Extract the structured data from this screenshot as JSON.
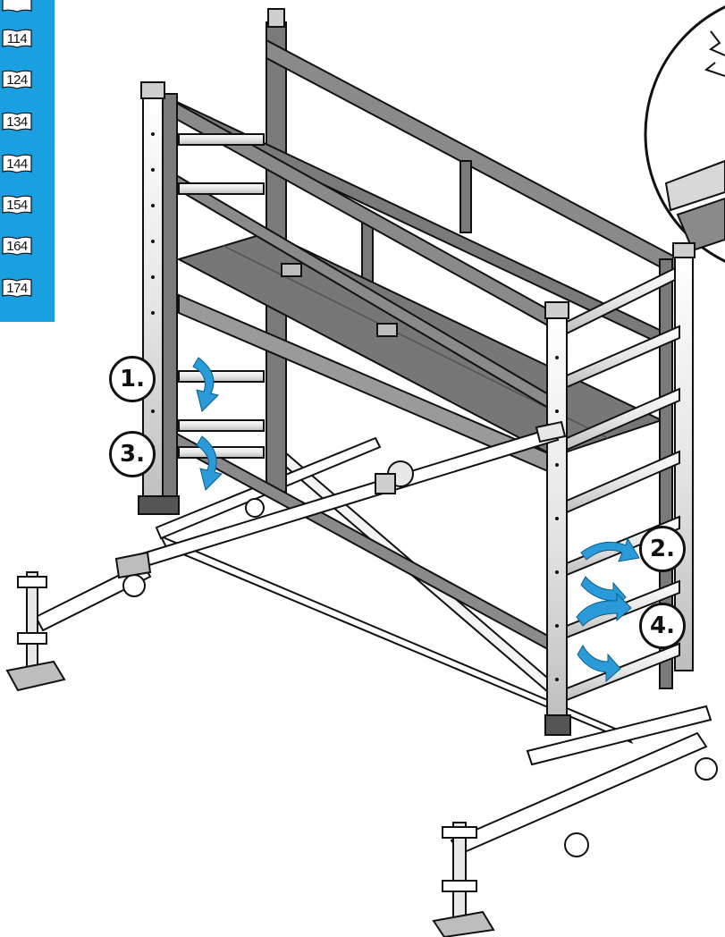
{
  "sidebar": {
    "pages": [
      "114",
      "124",
      "134",
      "144",
      "154",
      "164",
      "174"
    ]
  },
  "steps": [
    {
      "label": "1.",
      "arrow": "clockwise-down"
    },
    {
      "label": "2.",
      "arrow": "clockwise-down"
    },
    {
      "label": "3.",
      "arrow": "clockwise-down"
    },
    {
      "label": "4.",
      "arrow": "clockwise-down"
    }
  ],
  "colors": {
    "sidebar": "#1a9fe0",
    "arrow": "#2a9bd8",
    "frame": "#7a7a7a",
    "frame_light": "#e8e8e8",
    "platform": "#777777",
    "outline": "#111111"
  }
}
